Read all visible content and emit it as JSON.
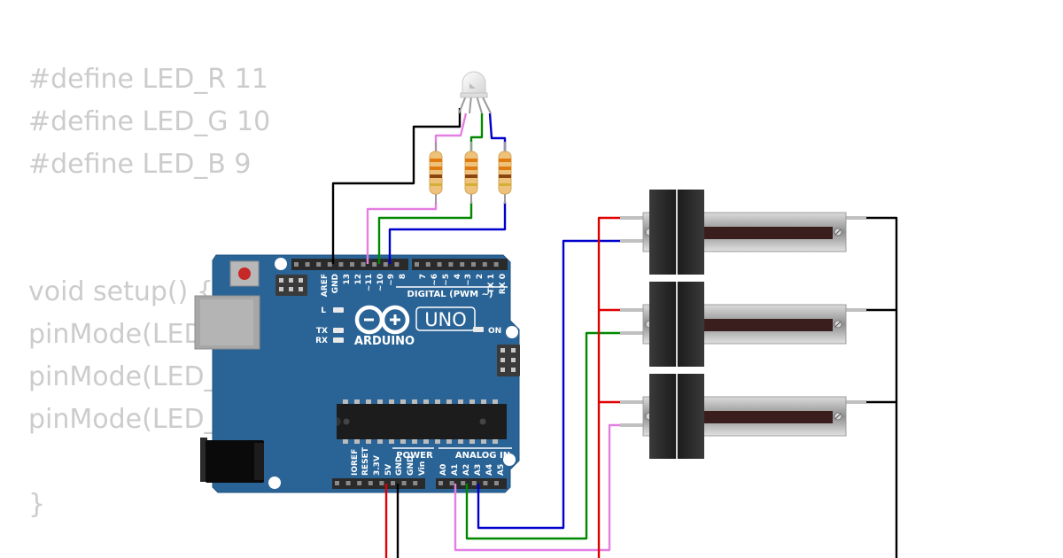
{
  "code_lines": [
    "#define LED_R 11",
    "#define LED_G 10",
    "#define LED_B 9",
    "",
    "",
    "void setup() {",
    "pinMode(LED_R, OUTPUT);",
    "pinMode(LED_G, OUTPUT);",
    "pinMode(LED_B, OUTPUT);",
    "",
    "}"
  ],
  "board": {
    "brand": "ARDUINO",
    "model": "UNO",
    "digital_header_label": "DIGITAL (PWM ~)",
    "power_label": "POWER",
    "analog_label": "ANALOG IN",
    "on_label": "ON",
    "l_label": "L",
    "tx_label": "TX",
    "rx_label": "RX",
    "digital_pins": [
      "AREF",
      "GND",
      "13",
      "12",
      "~11",
      "~10",
      "~9",
      "8",
      "7",
      "~6",
      "~5",
      "4",
      "~3",
      "2",
      "TX 1",
      "RX 0"
    ],
    "power_pins": [
      "IOREF",
      "RESET",
      "3.3V",
      "5V",
      "GND",
      "GND",
      "Vin"
    ],
    "analog_pins": [
      "A0",
      "A1",
      "A2",
      "A3",
      "A4",
      "A5"
    ]
  },
  "colors": {
    "board_blue": "#2a6496",
    "wire_red": "#e00000",
    "wire_black": "#000000",
    "wire_green": "#008800",
    "wire_blue": "#0000cc",
    "wire_pink": "#e37fe3",
    "code_gray": "#cccccc"
  },
  "components": {
    "led": "rgb-led-icon",
    "resistors": 3,
    "slide_potentiometers": 3
  }
}
